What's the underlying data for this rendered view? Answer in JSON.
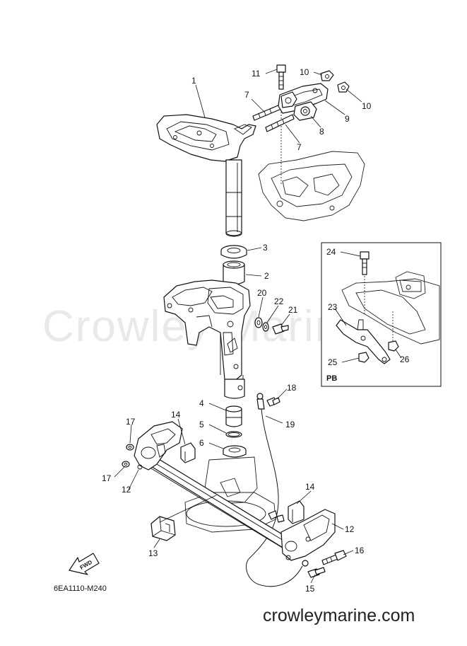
{
  "watermark": "Crowley Marine",
  "footer_site": "crowleymarine.com",
  "diagram_code": "6EA1110-M240",
  "fwd_label": "FWD",
  "inset_label": "PB",
  "callouts": [
    {
      "id": "c1",
      "text": "1"
    },
    {
      "id": "c2",
      "text": "2"
    },
    {
      "id": "c3",
      "text": "3"
    },
    {
      "id": "c4",
      "text": "4"
    },
    {
      "id": "c5",
      "text": "5"
    },
    {
      "id": "c6",
      "text": "6"
    },
    {
      "id": "c7a",
      "text": "7"
    },
    {
      "id": "c7b",
      "text": "7"
    },
    {
      "id": "c8",
      "text": "8"
    },
    {
      "id": "c9",
      "text": "9"
    },
    {
      "id": "c10a",
      "text": "10"
    },
    {
      "id": "c10b",
      "text": "10"
    },
    {
      "id": "c11",
      "text": "11"
    },
    {
      "id": "c12a",
      "text": "12"
    },
    {
      "id": "c12b",
      "text": "12"
    },
    {
      "id": "c13",
      "text": "13"
    },
    {
      "id": "c14a",
      "text": "14"
    },
    {
      "id": "c14b",
      "text": "14"
    },
    {
      "id": "c15",
      "text": "15"
    },
    {
      "id": "c16",
      "text": "16"
    },
    {
      "id": "c17a",
      "text": "17"
    },
    {
      "id": "c17b",
      "text": "17"
    },
    {
      "id": "c18",
      "text": "18"
    },
    {
      "id": "c19",
      "text": "19"
    },
    {
      "id": "c20",
      "text": "20"
    },
    {
      "id": "c21",
      "text": "21"
    },
    {
      "id": "c22",
      "text": "22"
    },
    {
      "id": "c23",
      "text": "23"
    },
    {
      "id": "c24",
      "text": "24"
    },
    {
      "id": "c25",
      "text": "25"
    },
    {
      "id": "c26",
      "text": "26"
    }
  ]
}
